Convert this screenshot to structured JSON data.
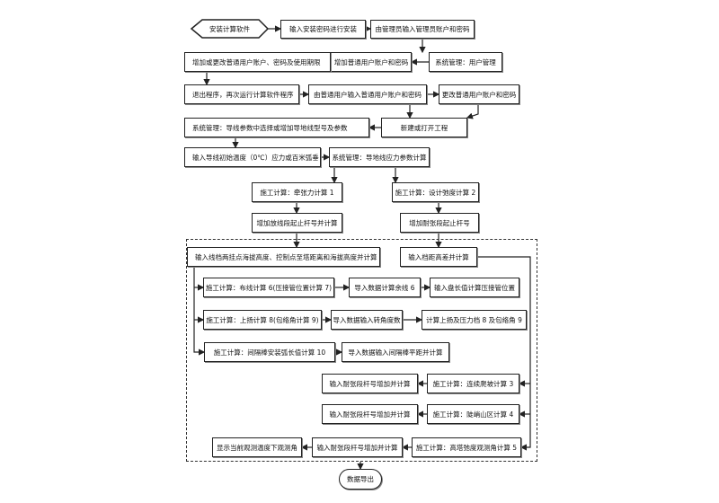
{
  "nodes": {
    "start": "安装计算软件",
    "n1": "输入安装密码进行安装",
    "n2": "由管理员输入管理员账户和密码",
    "n3": "系统管理：用户管理",
    "n4": "增加普通用户账户和密码",
    "n5": "增加或更改普通用户账户、密码及使用期限",
    "n6": "退出程序，再次运行计算软件程序",
    "n7": "由普通用户输入普通用户账户和密码",
    "n8": "更改普通用户账户和密码",
    "n9": "新建或打开工程",
    "n10": "系统管理：导线参数中选择或增加导地线型号及参数",
    "n11": "输入导线初始温度（0℃）应力或百米弧垂",
    "n12": "系统管理：导地线应力参数计算",
    "n13": "施工计算：牵张力计算 1",
    "n14": "施工计算：设计弛度计算 2",
    "n15": "增加放线段起止杆号并计算",
    "n16": "增加耐张段起止杆号",
    "n17": "输入线档两挂点海拔高度、控制点至塔距离和海拔高度并计算",
    "n18": "输入档距高差并计算",
    "n19": "施工计算：布线计算 6(压接管位置计算 7)",
    "n20": "导入数据计算余线 6",
    "n21": "输入盘长值计算压接管位置",
    "n22": "施工计算：上扬计算 8(包络角计算 9)",
    "n23": "导入数据输入转角度数",
    "n24": "计算上扬及压力档 8 及包络角 9",
    "n25": "施工计算：间隔棒安装弧长值计算 10",
    "n26": "导入数据输入间隔棒平距并计算",
    "n27": "施工计算：连续爬坡计算 3",
    "n28": "输入耐张段杆号增加并计算",
    "n29": "施工计算：陡峭山区计算 4",
    "n30": "输入耐张段杆号增加并计算",
    "n31": "施工计算：高塔弛度观测角计算 5",
    "n32": "输入耐张段杆号增加并计算",
    "n33": "显示当前观测温度下观测角",
    "end": "数据导出"
  }
}
